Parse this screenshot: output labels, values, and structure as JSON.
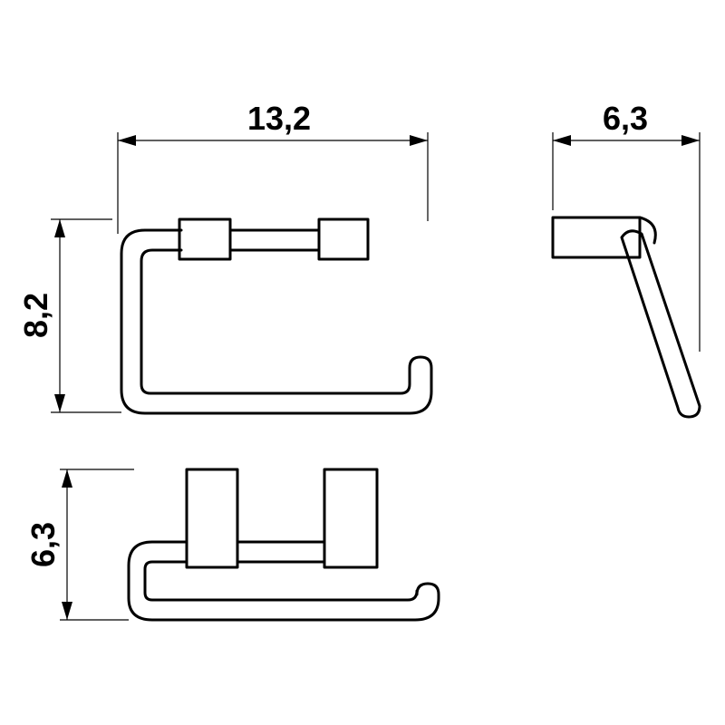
{
  "dimensions": {
    "front_width": "13,2",
    "front_height": "8,2",
    "side_depth": "6,3",
    "top_depth": "6,3"
  }
}
